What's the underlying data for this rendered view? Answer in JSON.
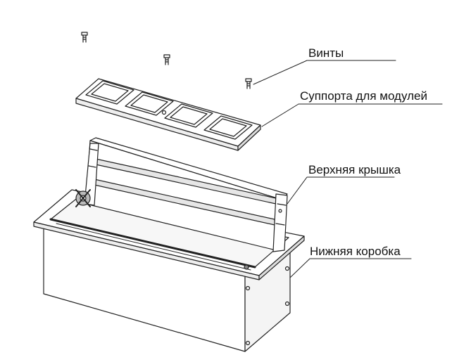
{
  "labels": {
    "screws": "Винты",
    "module_supports": "Суппорта для модулей",
    "upper_cover": "Верхняя крышка",
    "lower_box": "Нижняя коробка"
  },
  "colors": {
    "line": "#222222",
    "fill": "#ffffff",
    "shade": "#e9e9e9"
  }
}
